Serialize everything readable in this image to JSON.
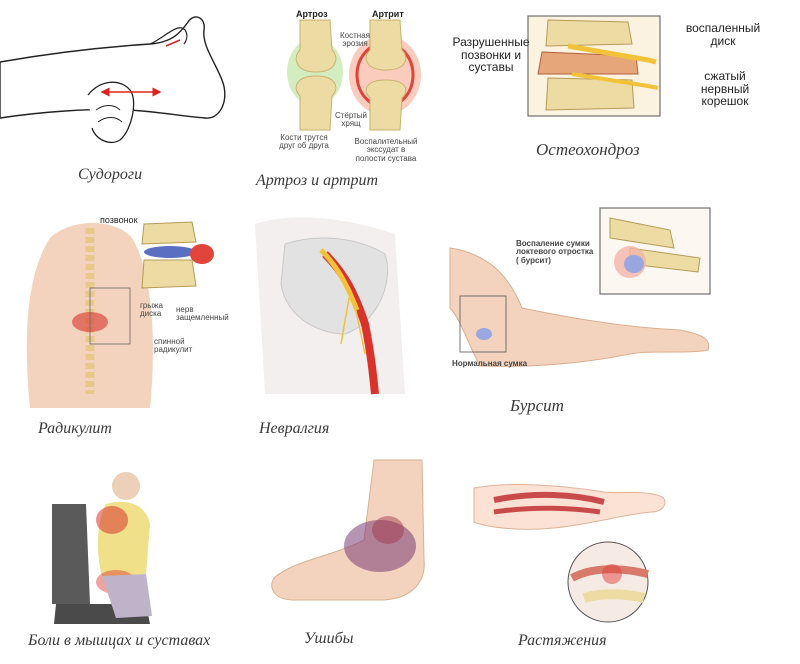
{
  "captions": {
    "cramps": "Судороги",
    "arthrosis_arthritis": "Артроз и артрит",
    "osteochondrosis": "Остеохондроз",
    "radiculitis": "Радикулит",
    "neuralgia": "Невралгия",
    "bursitis": "Бурсит",
    "muscle_joint_pain": "Боли в мышцах и суставах",
    "bruises": "Ушибы",
    "sprains": "Растяжения"
  },
  "arthro_labels": {
    "arthrosis": "Артроз",
    "arthritis": "Артрит",
    "bone_erosion": "Костная эрозия",
    "worn_cartilage": "Стёртый хрящ",
    "bones_rub": "Кости трутся друг об друга",
    "inflammatory_exudate": "Воспалительный экссудат в полости сустава"
  },
  "osteo_labels": {
    "destroyed_vertebrae": "Разрушенные позвонки и суставы",
    "inflamed_disc": "воспаленный диск",
    "compressed_root": "сжатый нервный корешок"
  },
  "radic_labels": {
    "vertebra": "позвонок",
    "disc_hernia": "грыжа диска",
    "pinched_nerve": "нерв защемленный",
    "spinal_radiculitis": "спинной радикулит"
  },
  "bursitis_labels": {
    "inflamed_bursa": "Воспаление сумки локтевого отростка ( бурсит)",
    "normal_bursa": "Нормальная сумка"
  },
  "colors": {
    "skin": "#f3d3bd",
    "skin_shade": "#e2b193",
    "bone": "#ecdca4",
    "inflamed": "#d9342b",
    "nerve": "#f2c23a",
    "bursa": "#9aa6e0"
  }
}
